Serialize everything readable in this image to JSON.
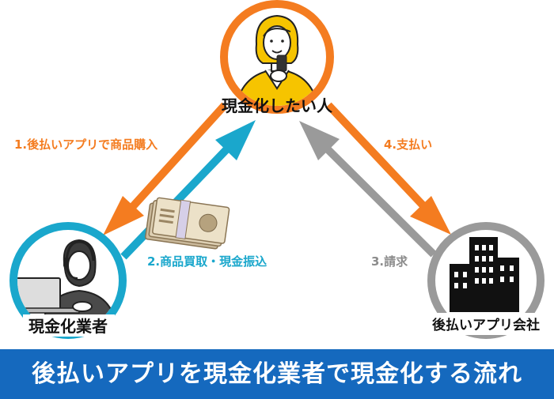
{
  "nodes": {
    "person": {
      "label": "現金化したい人"
    },
    "dealer": {
      "label": "現金化業者"
    },
    "company": {
      "label": "後払いアプリ会社"
    }
  },
  "steps": {
    "step1": {
      "label": "1.後払いアプリで商品購入",
      "color": "#f47c20"
    },
    "step2": {
      "label": "2.商品買取・現金振込",
      "color": "#1aa7cc"
    },
    "step3": {
      "label": "3.請求",
      "color": "#8c8c8c"
    },
    "step4": {
      "label": "4.支払い",
      "color": "#f47c20"
    }
  },
  "colors": {
    "orange": "#f47c20",
    "cyan": "#1aa7cc",
    "gray": "#9a9a9a",
    "banner": "#1569be"
  },
  "icons": {
    "person": "woman-with-smartphone-icon",
    "dealer": "operator-with-headset-icon",
    "company": "office-building-icon",
    "money": "banknote-bundle-icon"
  },
  "banner": {
    "title": "後払いアプリを現金化業者で現金化する流れ"
  }
}
